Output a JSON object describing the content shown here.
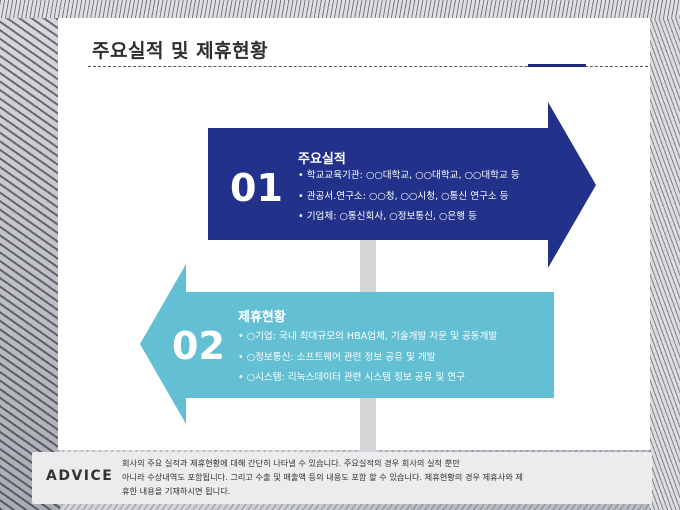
{
  "title": "주요실적 및 제휴현황",
  "colors": {
    "navy": "#22318a",
    "teal": "#63bfd3",
    "accent": "#1f2a7a"
  },
  "items": [
    {
      "number": "01",
      "heading": "주요실적",
      "bullets": [
        "학교교육기관: ○○대학교, ○○대학교, ○○대학교 등",
        "관공서.연구소: ○○청, ○○시청, ○통신 연구소 등",
        "기업체: ○통신회사, ○정보통신, ○은행 등"
      ]
    },
    {
      "number": "02",
      "heading": "제휴현황",
      "bullets": [
        "○기업: 국내 최대규모의 HBA업체, 기술개발 자문 및 공동개발",
        "○정보통신: 소프트웨어 관련 정보 공유 및 개발",
        "○시스템: 리눅스데이터 관련 시스템 정보 공유 및 연구"
      ]
    }
  ],
  "advice": {
    "label": "ADVICE",
    "line1": "회사의 주요 실적과 제휴현황에 대해 간단히 나타낼 수 있습니다. 주요실적의 경우 회사의 실적 뿐만",
    "line2": "아니라 수상내역도 포함됩니다. 그리고 수출 및 매출액 등의 내용도 포함 할 수 있습니다.  제휴현황의 경우 제휴사와 제",
    "line3": "휴한 내용을 기재하시면 됩니다."
  }
}
